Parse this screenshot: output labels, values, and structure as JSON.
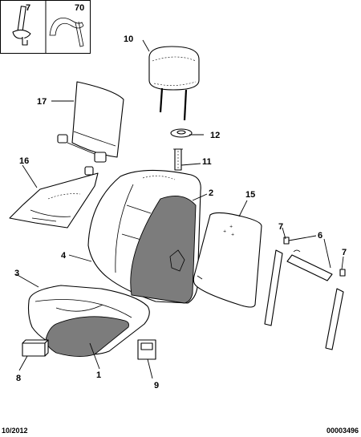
{
  "inset_box": {
    "left_label": "7",
    "right_label": "70"
  },
  "callouts": {
    "c1": "1",
    "c2": "2",
    "c3": "3",
    "c4": "4",
    "c6": "6",
    "c7a": "7",
    "c7b": "7",
    "c8": "8",
    "c9": "9",
    "c10": "10",
    "c11": "11",
    "c12": "12",
    "c15": "15",
    "c16": "16",
    "c17": "17"
  },
  "footer": {
    "date": "10/2012",
    "reference": "00003496"
  },
  "colors": {
    "line": "#000000",
    "shaded_panel": "#7c7c7c",
    "background": "#ffffff"
  }
}
